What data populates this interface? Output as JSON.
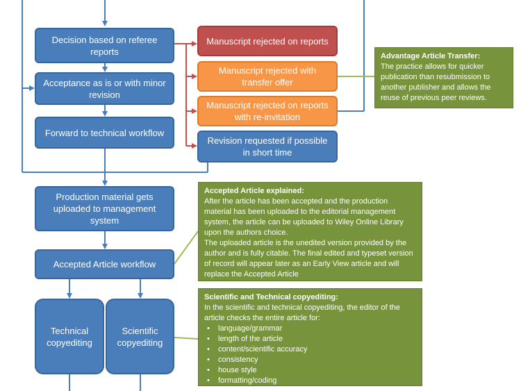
{
  "boxes": {
    "decision": "Decision based on referee reports",
    "acceptance": "Acceptance as is or with minor revision",
    "forward": "Forward to technical workflow",
    "rejected_reports": "Manuscript rejected on reports",
    "rejected_transfer": "Manuscript rejected with transfer offer",
    "rejected_reinvite": "Manuscript rejected on reports with re-invitation",
    "revision": "Revision requested if possible in short time",
    "production": "Production material gets uploaded to management system",
    "accepted_workflow": "Accepted Article workflow",
    "technical_copyediting": "Technical copyediting",
    "scientific_copyediting": "Scientific copyediting"
  },
  "notes": {
    "transfer": {
      "title": "Advantage Article Transfer:",
      "body": "The practice allows for quicker publication than resubmission to another publisher and allows the reuse of previous peer reviews."
    },
    "accepted": {
      "title": "Accepted Article explained:",
      "p1": "After the article has been accepted and the production material has been uploaded to the editorial management system, the article can be uploaded to Wiley Online Library upon the authors choice.",
      "p2": "The uploaded article is the unedited version provided by the author and is fully citable. The final edited and typeset version of record will appear later as an Early View article and will replace the Accepted Article"
    },
    "copyediting": {
      "title": "Scientific and Technical copyediting:",
      "intro": "In the scientific and technical copyediting, the editor of the article checks the entire article for:",
      "items": [
        "language/grammar",
        "length of the article",
        "content/scientific accuracy",
        "consistency",
        "house style",
        "formatting/coding"
      ]
    }
  },
  "colors": {
    "blue": "#4a7ebb",
    "red": "#c0504d",
    "orange": "#f79646",
    "green": "#77933c",
    "red_arrow": "#c0504d",
    "connector_green": "#9bbb59"
  }
}
